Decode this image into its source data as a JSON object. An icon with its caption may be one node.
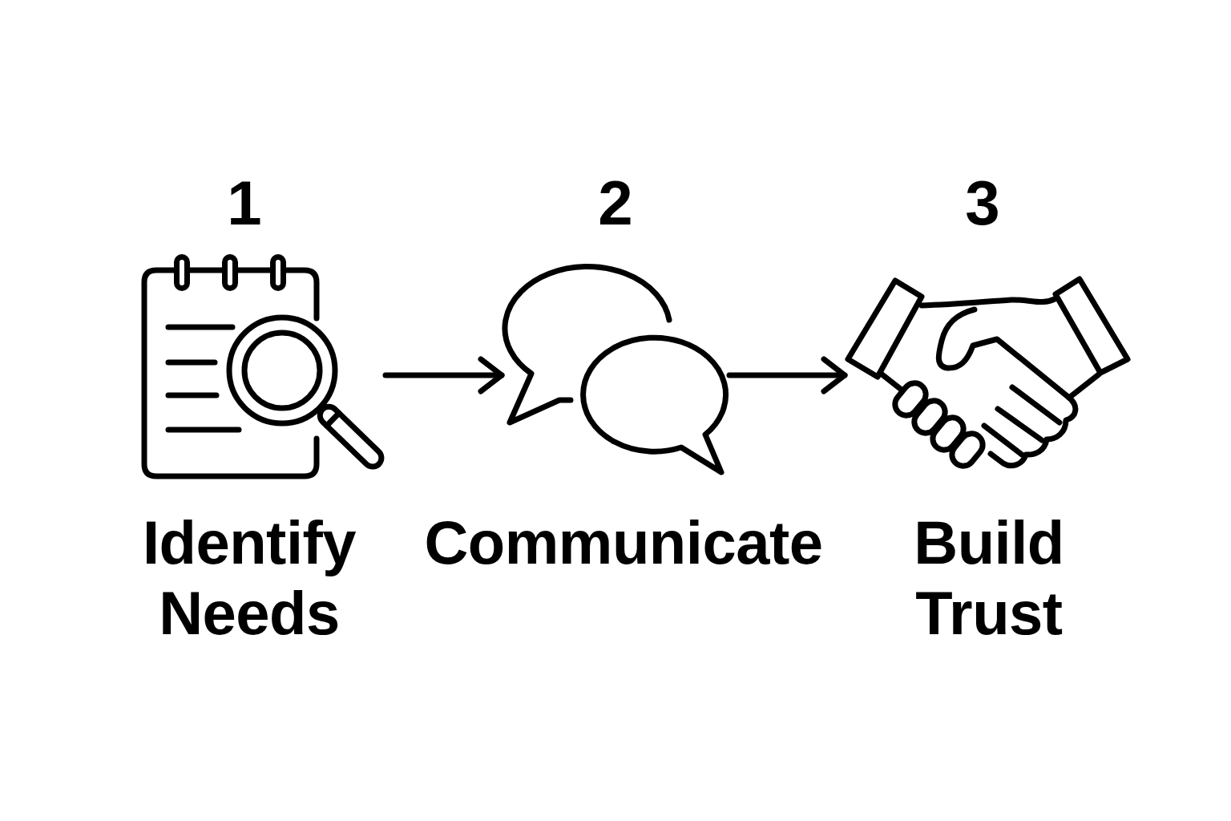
{
  "diagram": {
    "nodes": [
      {
        "text": [],
        "shape": "picture",
        "beside": [
          "1",
          "Identify Needs"
        ]
      },
      {
        "text": [],
        "shape": "picture",
        "beside": [
          "2",
          "Communicate"
        ]
      },
      {
        "text": [],
        "shape": "picture",
        "beside": [
          "3",
          "Build Trust"
        ]
      }
    ],
    "edges": [
      {
        "from": 0,
        "to": 1,
        "arrow": "to"
      },
      {
        "from": 1,
        "to": 2,
        "arrow": "to"
      }
    ]
  }
}
